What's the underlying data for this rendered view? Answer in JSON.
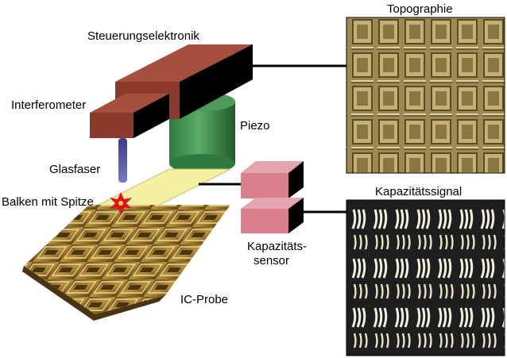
{
  "labels": {
    "control_electronics": "Steuerungselektronik",
    "interferometer": "Interferometer",
    "piezo": "Piezo",
    "glass_fiber": "Glasfaser",
    "cantilever_with_tip": "Balken mit Spitze",
    "capacitance_sensor_line1": "Kapazitäts-",
    "capacitance_sensor_line2": "sensor",
    "ic_sample": "IC-Probe",
    "topography": "Topographie",
    "capacitance_signal": "Kapazitätssignal"
  },
  "colors": {
    "electronics_box": "#8b3a2c",
    "piezo_cylinder": "#3a8a4a",
    "fiber": "#4a4a9a",
    "cantilever": "#f3f0a0",
    "sensor_box": "#d9808c",
    "laser_spark": "#e01020",
    "topography_tone": "#a89458",
    "capacitance_background": "#1e1e1e"
  }
}
